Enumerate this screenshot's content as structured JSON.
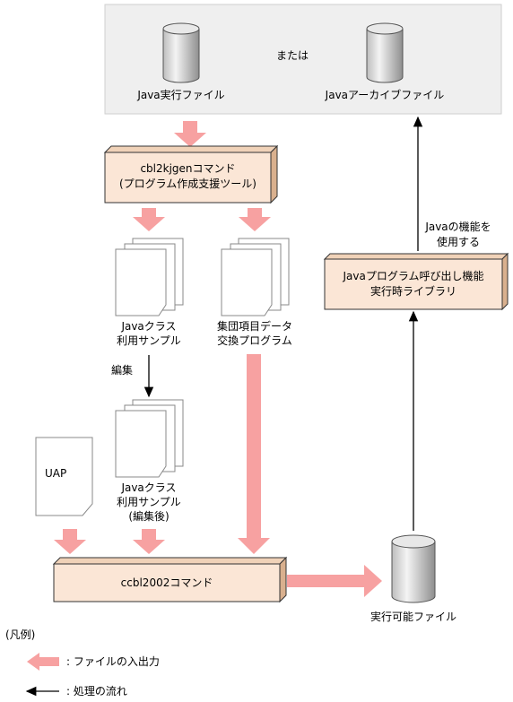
{
  "diagram": {
    "top_or": "または",
    "java_exec_file": "Java実行ファイル",
    "java_archive_file": "Javaアーカイブファイル",
    "cbl2kjgen_line1": "cbl2kjgenコマンド",
    "cbl2kjgen_line2": "(プログラム作成支援ツール)",
    "sample_line1": "Javaクラス",
    "sample_line2": "利用サンプル",
    "group_line1": "集団項目データ",
    "group_line2": "交換プログラム",
    "edit": "編集",
    "edited_line1": "Javaクラス",
    "edited_line2": "利用サンプル",
    "edited_line3": "(編集後)",
    "uap": "UAP",
    "ccbl2002": "ccbl2002コマンド",
    "exec_file": "実行可能ファイル",
    "runtime_line1": "Javaプログラム呼び出し機能",
    "runtime_line2": "実行時ライブラリ",
    "use_line1": "Javaの機能を",
    "use_line2": "使用する"
  },
  "legend": {
    "title": "(凡例)",
    "io": ": ファイルの入出力",
    "flow": ": 処理の流れ"
  },
  "colors": {
    "pink_arrow": "#f7a1a1",
    "box_fill": "#fbe6d6",
    "box_side": "#d9b08e",
    "top_bg": "#efefef",
    "cyl_grad_light": "#f2f2f2",
    "cyl_grad_dark": "#8f8f8f"
  }
}
